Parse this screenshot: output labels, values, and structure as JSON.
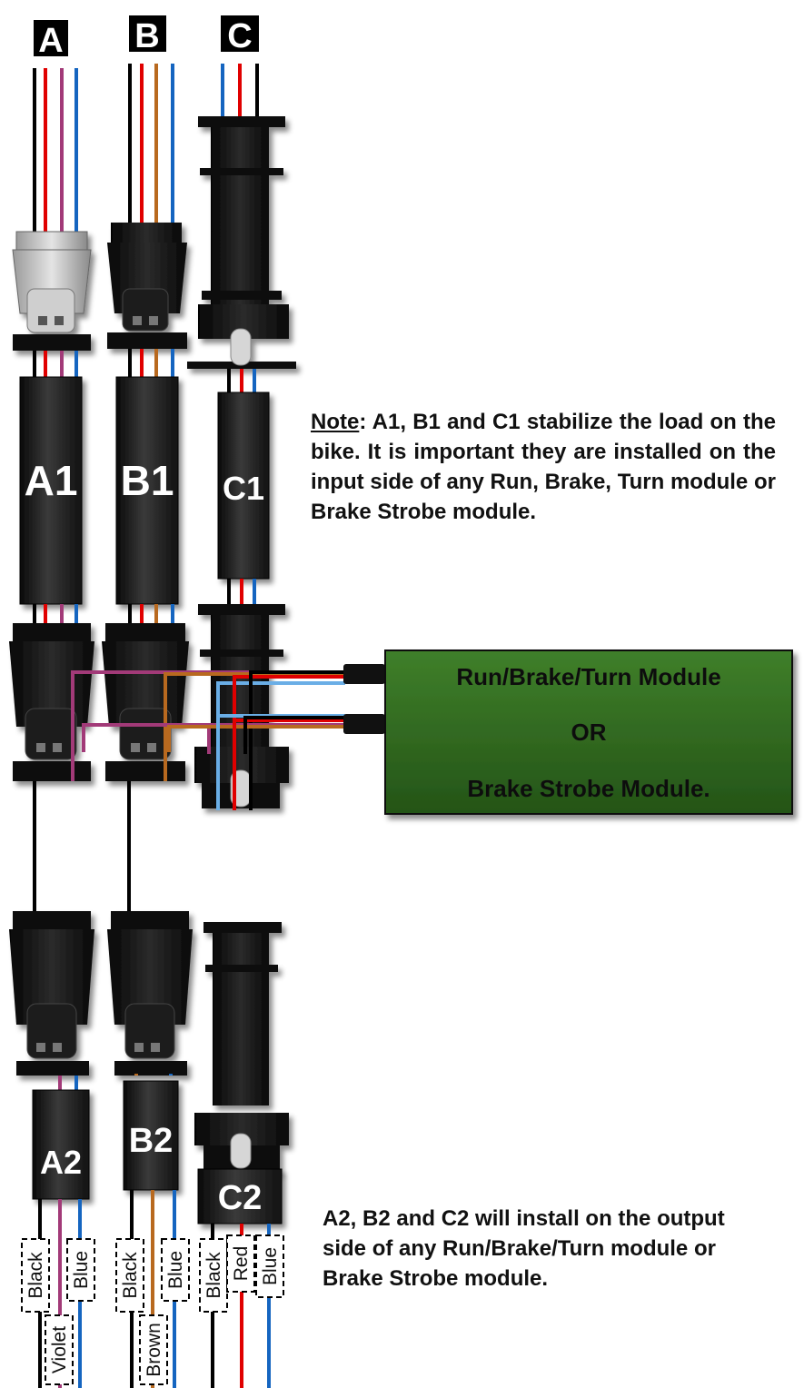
{
  "harness_labels": {
    "a": "A",
    "b": "B",
    "c": "C"
  },
  "input_modules": {
    "a1": "A1",
    "b1": "B1",
    "c1": "C1"
  },
  "output_modules": {
    "a2": "A2",
    "b2": "B2",
    "c2": "C2"
  },
  "module_box": {
    "line1": "Run/Brake/Turn Module",
    "line2": "OR",
    "line3": "Brake Strobe Module.",
    "color": "#2e6b1f"
  },
  "notes": {
    "input_prefix": "Note",
    "input_text": ": A1, B1 and C1 stabilize the load on the bike. It is important they are installed on the input side of any Run, Brake, Turn module or Brake Strobe module.",
    "output_text": "A2, B2 and C2 will install on the output side of any Run/Brake/Turn module or Brake Strobe module."
  },
  "wire_labels": {
    "a": [
      "Black",
      "Violet",
      "Blue"
    ],
    "b": [
      "Black",
      "Brown",
      "Blue"
    ],
    "c": [
      "Black",
      "Red",
      "Blue"
    ]
  },
  "wire_colors": {
    "black": "#000000",
    "red": "#e00000",
    "violet": "#a23a78",
    "brown": "#b8691f",
    "blue": "#1565c0",
    "light_blue": "#6aaee6"
  }
}
